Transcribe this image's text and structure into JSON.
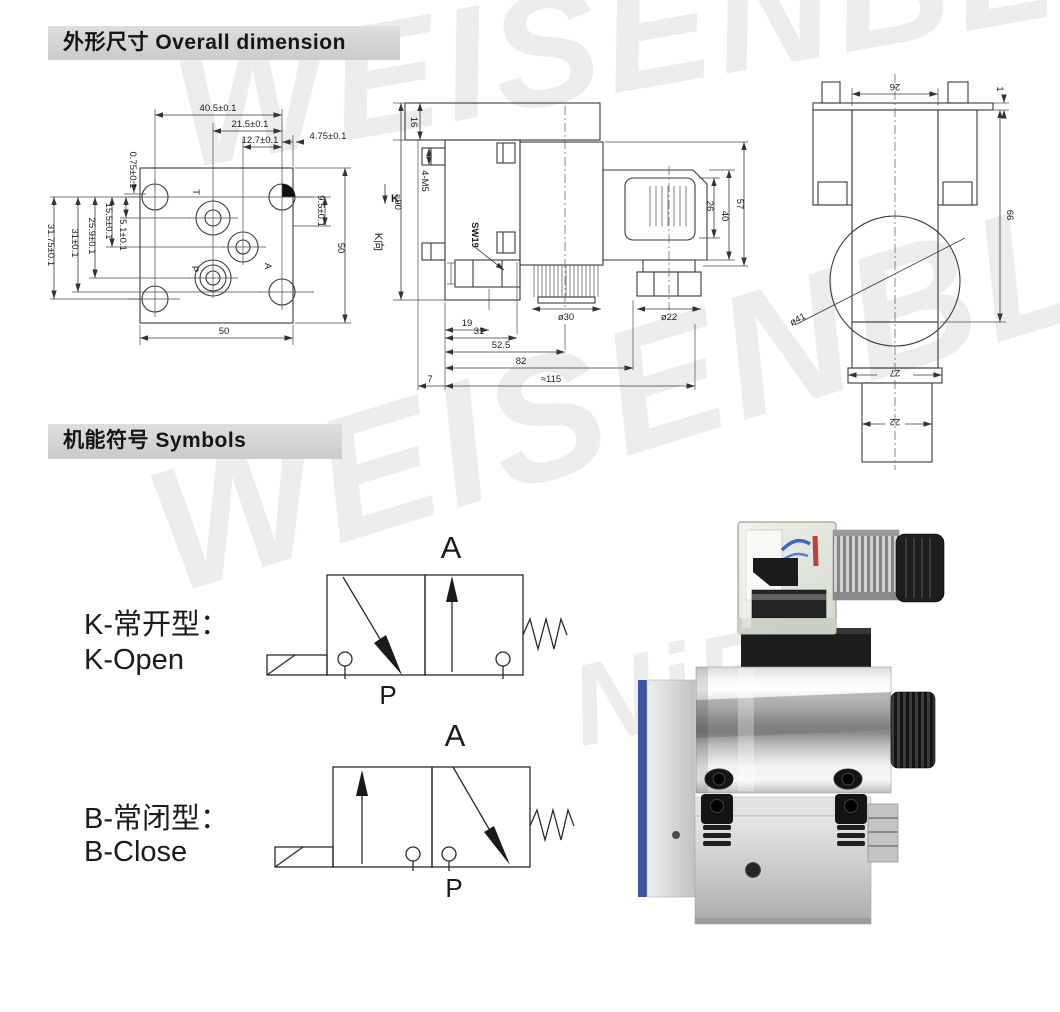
{
  "watermarks": {
    "brand": "WEISENBL",
    "brand_short": "NiBL"
  },
  "sections": {
    "dimension_title": "外形尺寸 Overall dimension",
    "symbols_title": "机能符号  Symbols"
  },
  "front_view": {
    "dim_top_1": "40.5±0.1",
    "dim_top_2": "21.5±0.1",
    "dim_top_3": "12.7±0.1",
    "dim_top_4": "4.75±0.1",
    "dim_left_1": "31.75±0.1",
    "dim_left_2": "31±0.1",
    "dim_left_3": "25.9±0.1",
    "dim_left_4": "15.5±0.1",
    "dim_left_5": "5.1±0.1",
    "dim_left_6": "0.75±0.1",
    "dim_right_1": "9.5±0.1",
    "dim_right_2": "50",
    "view_label": "K向",
    "dim_bottom": "50",
    "port_t": "T",
    "port_p": "P",
    "port_a": "A"
  },
  "side_view": {
    "dim_plate": "16",
    "dim_screws": "4-M5",
    "view_arrow": "K",
    "dim_height": "≈90",
    "wrench": "SW19",
    "dim_conn_win": "26",
    "dim_conn": "40",
    "dim_conn_total": "57",
    "dia_coil": "ø30",
    "dia_gland": "ø22",
    "dim_b1": "19",
    "dim_b2": "31",
    "dim_b3": "52.5",
    "dim_b4": "82",
    "dim_b5": "≈115",
    "dim_b6": "7"
  },
  "end_view": {
    "dim_width": "26",
    "dim_plate": "1",
    "dim_height": "66",
    "dia_coil": "ø41",
    "dim_hex": "27",
    "dim_stem": "22"
  },
  "symbol_k": {
    "label_zh": "K-常开型：",
    "label_en": "K-Open",
    "port_a": "A",
    "port_p": "P"
  },
  "symbol_b": {
    "label_zh": "B-常闭型：",
    "label_en": "B-Close",
    "port_a": "A",
    "port_p": "P"
  }
}
